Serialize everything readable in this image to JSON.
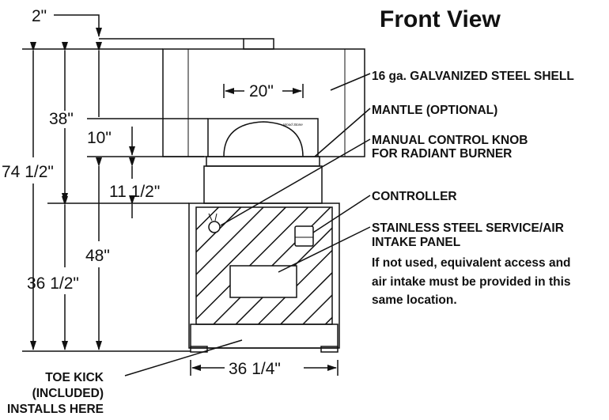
{
  "title": "Front View",
  "dimensions": {
    "top_offset": "2\"",
    "overall_height": "74 1/2\"",
    "upper_height": "38\"",
    "oven_opening_height": "10\"",
    "mantle_height": "11 1/2\"",
    "lower_height": "48\"",
    "base_height": "36 1/2\"",
    "opening_width": "20\"",
    "base_width": "36 1/4\""
  },
  "callouts": {
    "shell": "16 ga. GALVANIZED STEEL SHELL",
    "mantle": "MANTLE (OPTIONAL)",
    "knob_line1": "MANUAL CONTROL KNOB",
    "knob_line2": "FOR RADIANT BURNER",
    "controller": "CONTROLLER",
    "panel_line1": "STAINLESS STEEL SERVICE/AIR",
    "panel_line2": "INTAKE PANEL",
    "note_line1": "If not used, equivalent access and",
    "note_line2": "air intake must be provided in this",
    "note_line3": "same location.",
    "toe_line1": "TOE KICK",
    "toe_line2": "(INCLUDED)",
    "toe_line3": "INSTALLS HERE"
  },
  "oven_brand": "Wood Stone"
}
